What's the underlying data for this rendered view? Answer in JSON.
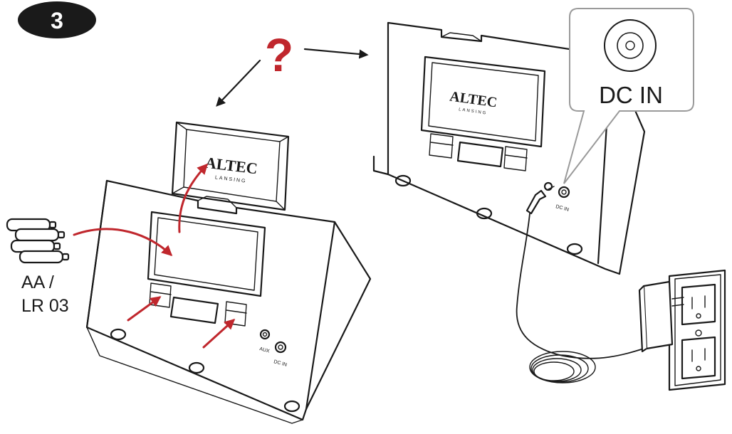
{
  "step": {
    "number": "3"
  },
  "question_mark": "?",
  "battery": {
    "label_line1": "AA /",
    "label_line2": "LR 03"
  },
  "brand": {
    "name": "ALTEC",
    "sub": "LANSING"
  },
  "ports": {
    "aux": "AUX",
    "dc_in": "DC IN"
  },
  "callout": {
    "label": "DC IN"
  },
  "colors": {
    "accent": "#c0272d",
    "ink": "#1a1a1a",
    "badge": "#1a1a1a",
    "callout_fill": "#ffffff",
    "callout_stroke": "#9a9a9a"
  }
}
